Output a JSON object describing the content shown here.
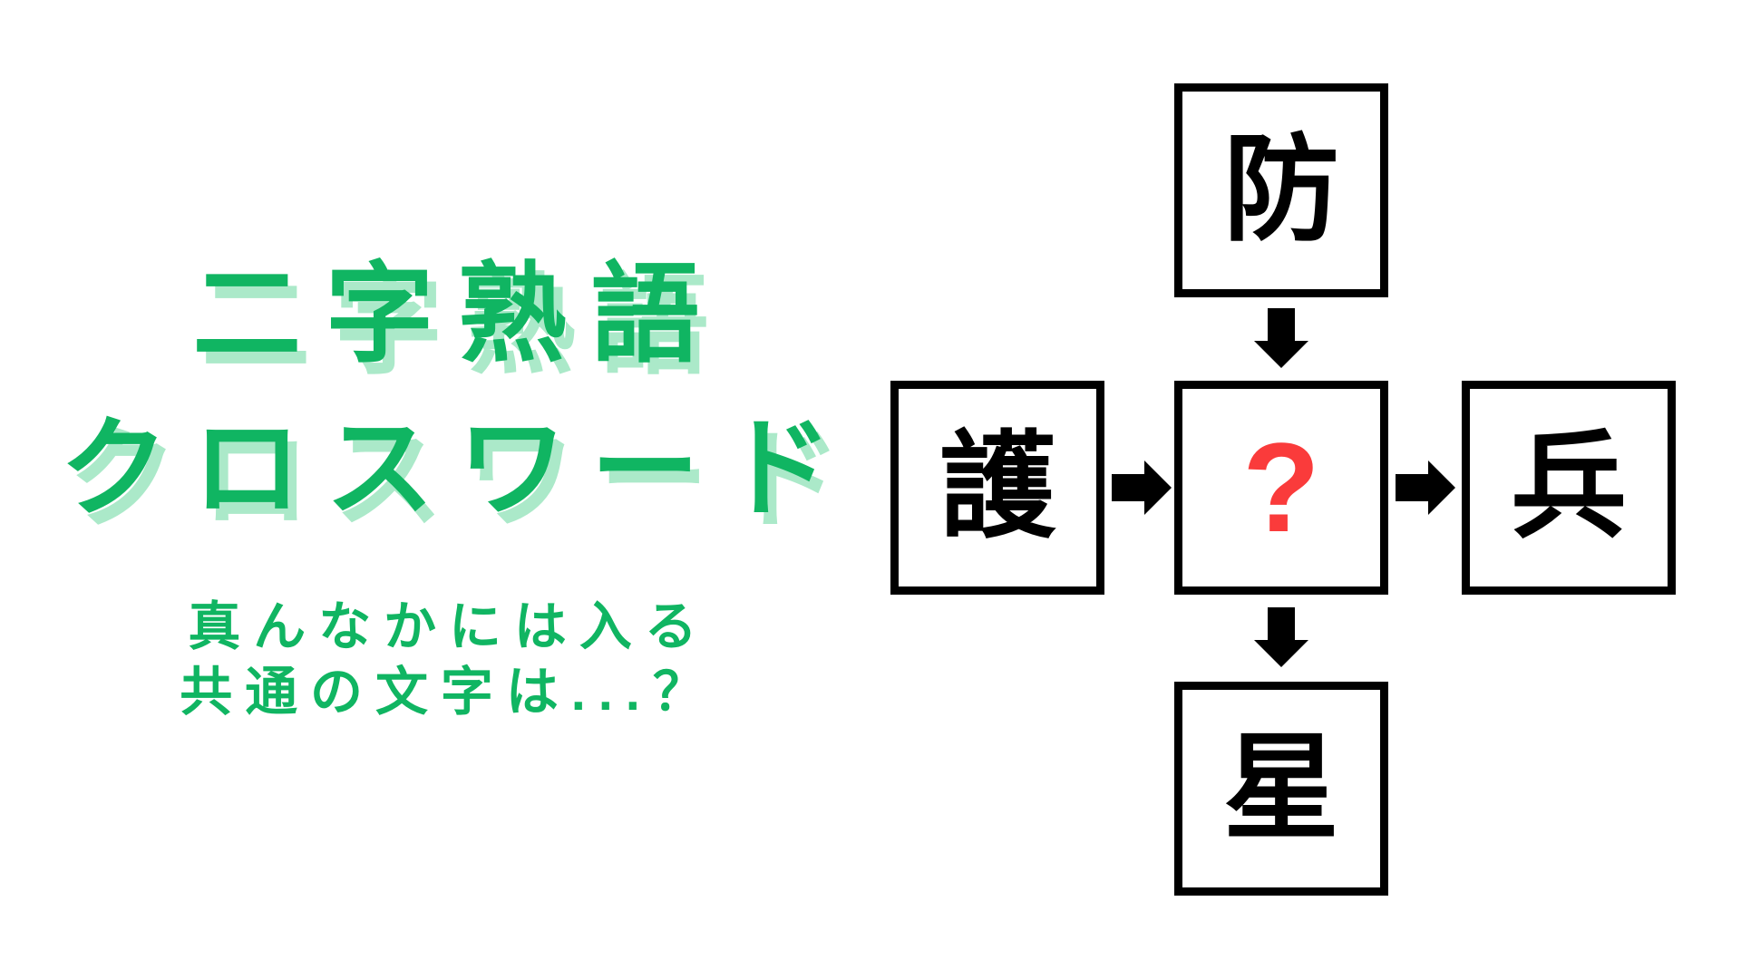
{
  "colors": {
    "background": "#ffffff",
    "green": "#10b562",
    "green_shadow": "#abe9c9",
    "red": "#fa3b3b",
    "ink": "#000000"
  },
  "title": {
    "line1": "二字熟語",
    "line2": "クロスワード"
  },
  "subtitle": {
    "line1": "真んなかには入る",
    "line2": "共通の文字は...？"
  },
  "puzzle": {
    "top_kanji": "防",
    "left_kanji": "護",
    "right_kanji": "兵",
    "bottom_kanji": "星",
    "center_mark": "?",
    "arrows": [
      {
        "from": "top",
        "to": "center",
        "direction": "down"
      },
      {
        "from": "left",
        "to": "center",
        "direction": "right"
      },
      {
        "from": "center",
        "to": "right",
        "direction": "right"
      },
      {
        "from": "center",
        "to": "bottom",
        "direction": "down"
      }
    ]
  }
}
